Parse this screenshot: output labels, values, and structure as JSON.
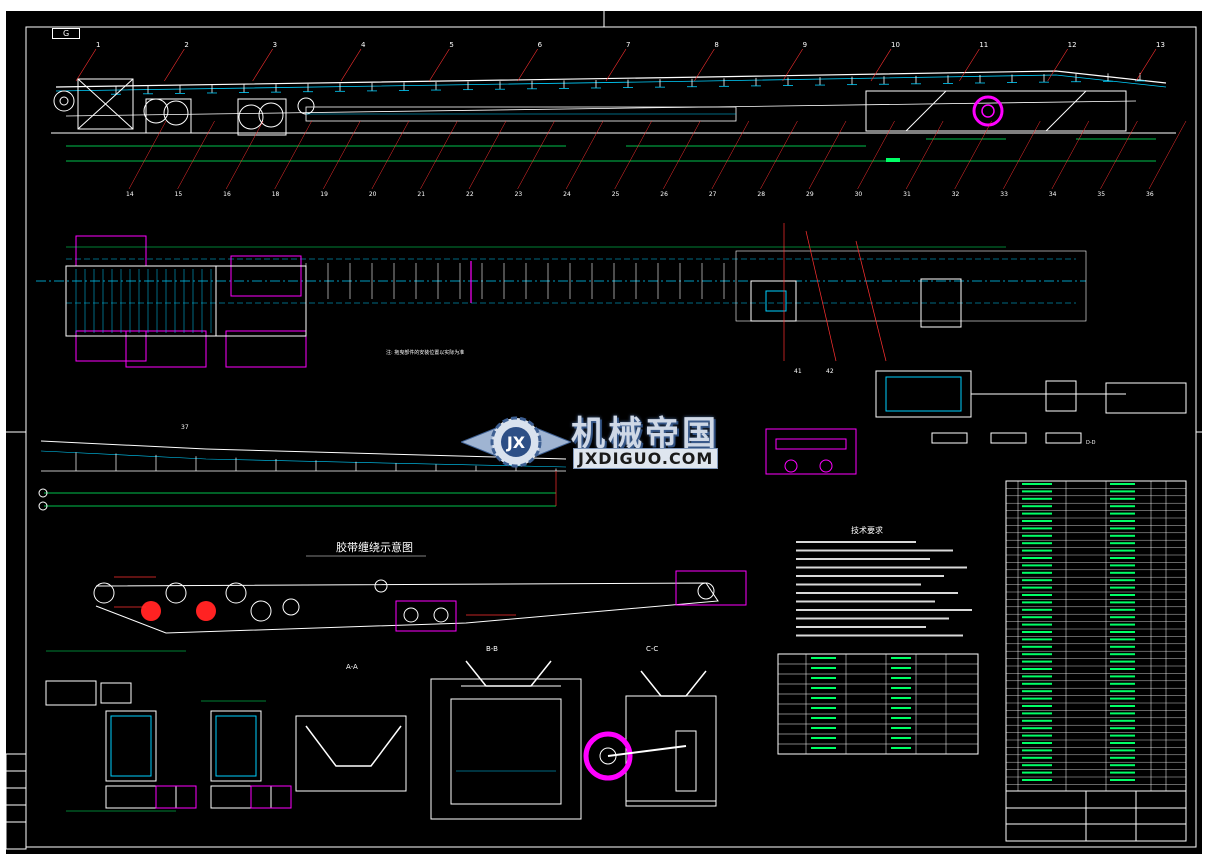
{
  "drawing": {
    "sheet_tag": "G",
    "scheme_title": "胶带缠绕示意图",
    "tech_req_title": "技术要求",
    "section_titles": [
      "A-A",
      "B-B",
      "C-C"
    ],
    "part_numbers_top": [
      "1",
      "2",
      "3",
      "4",
      "5",
      "6",
      "7",
      "8",
      "9",
      "10",
      "11",
      "12",
      "13"
    ],
    "part_numbers_bottom": [
      "14",
      "15",
      "16",
      "18",
      "19",
      "20",
      "21",
      "22",
      "23",
      "24",
      "25",
      "26",
      "27",
      "28",
      "29",
      "30",
      "31",
      "32",
      "33",
      "34",
      "35",
      "36"
    ],
    "part_numbers_mid": [
      "37",
      "41",
      "42"
    ]
  },
  "watermark": {
    "logo_text": "JX",
    "title": "机械帝国",
    "url": "JXDIGUO.COM"
  },
  "colors": {
    "background": "#000000",
    "outline": "#ffffff",
    "dimension": "#00ff66",
    "centerline": "#00d0ff",
    "conveyor": "#ffffff",
    "highlight": "#ff00ff",
    "drive": "#ff2222",
    "leader": "#ff3030"
  }
}
